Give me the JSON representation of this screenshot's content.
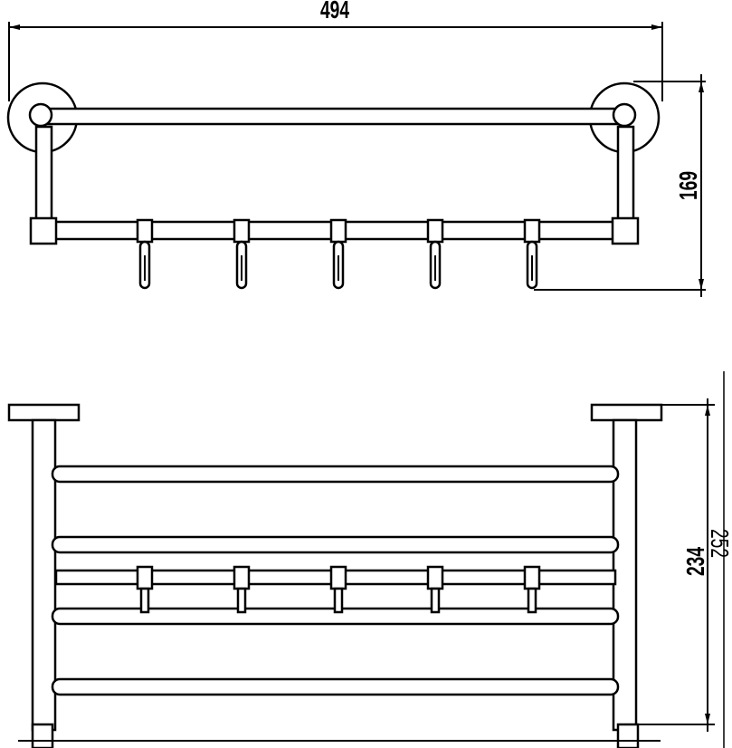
{
  "drawing": {
    "stroke_color": "#000000",
    "background": "#ffffff",
    "dimensions": {
      "width_mm": "494",
      "height_mm": "169",
      "depth_mm": "234",
      "depth_mirrored_mm": "252"
    },
    "hook_count": 5
  }
}
